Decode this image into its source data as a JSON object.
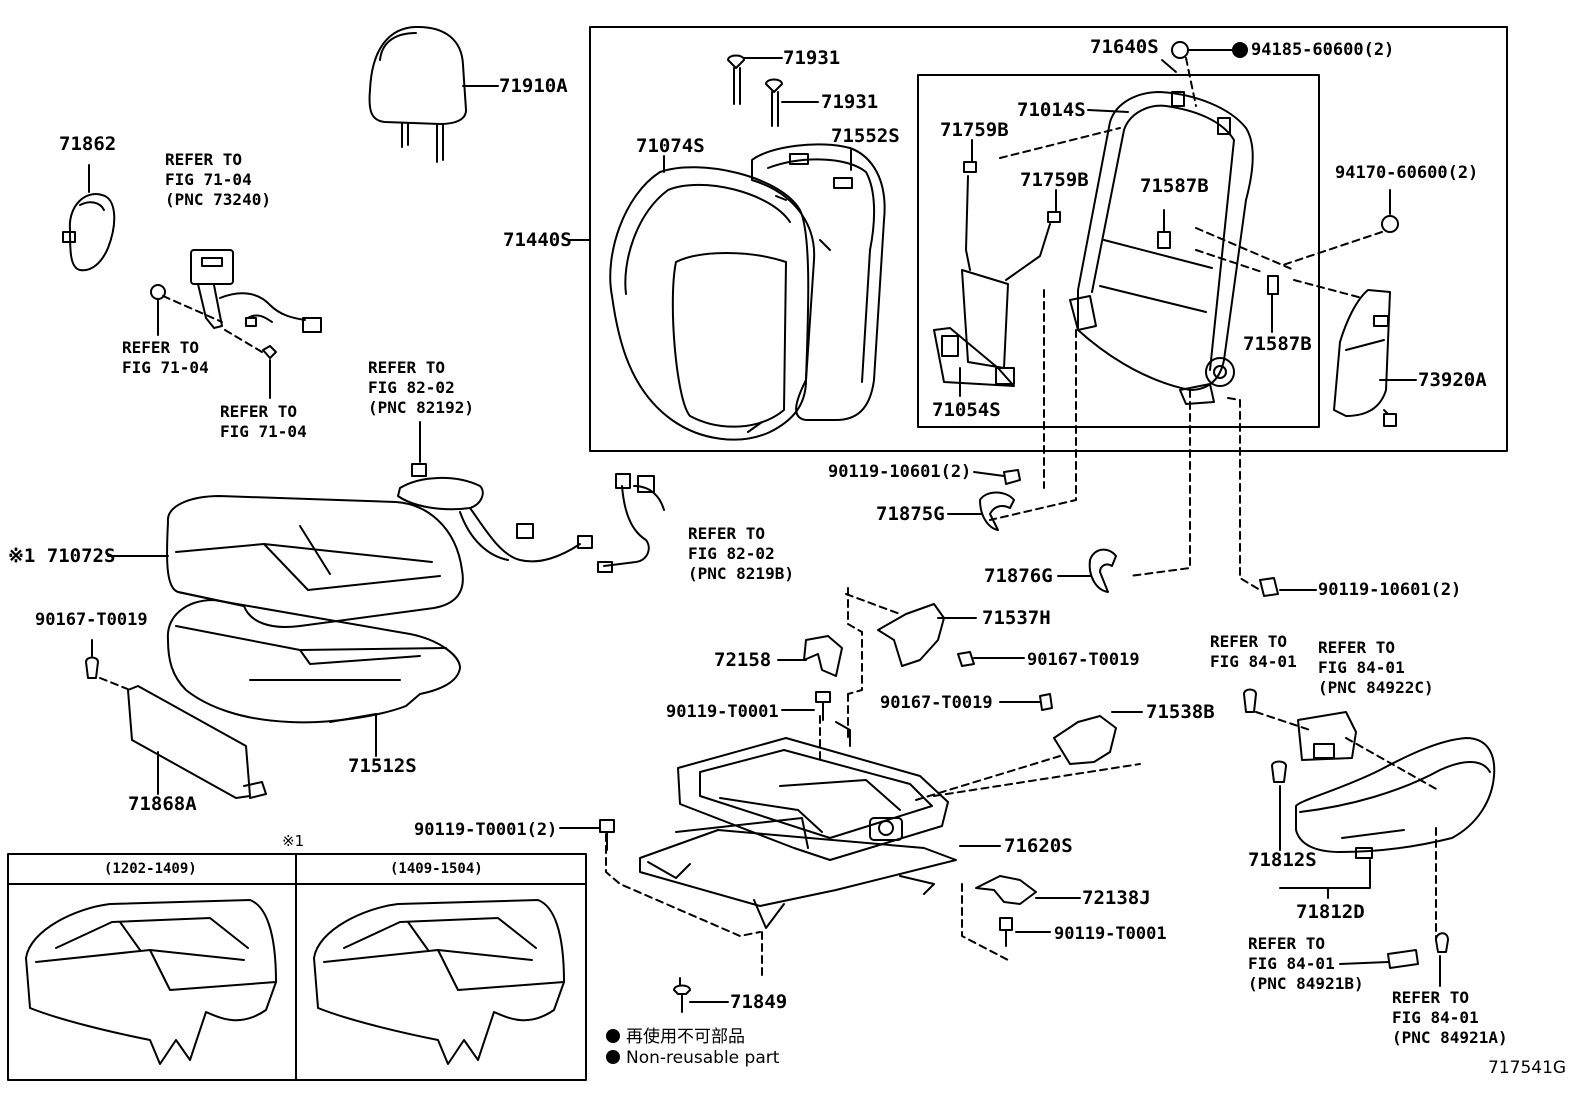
{
  "labels": {
    "p71910A": "71910A",
    "p71862": "71862",
    "ref7104a": "REFER TO\nFIG 71-04\n(PNC 73240)",
    "ref7104b": "REFER TO\nFIG 71-04",
    "ref7104c": "REFER TO\nFIG 71-04",
    "p71931a": "71931",
    "p71931b": "71931",
    "p71074S": "71074S",
    "p71552S": "71552S",
    "p71440S": "71440S",
    "p71640S": "71640S",
    "p94185": "94185-60600(2)",
    "p71014S": "71014S",
    "p71759Ba": "71759B",
    "p71759Bb": "71759B",
    "p71587Ba": "71587B",
    "p71587Bb": "71587B",
    "p94170": "94170-60600(2)",
    "p73920A": "73920A",
    "p71054S": "71054S",
    "ref8202a": "REFER TO\nFIG 82-02\n(PNC 82192)",
    "p90119_10601a": "90119-10601(2)",
    "p71875G": "71875G",
    "p71072S": "※1 71072S",
    "ref8202b": "REFER TO\nFIG 82-02\n(PNC 8219B)",
    "p71876G": "71876G",
    "p90119_10601b": "90119-10601(2)",
    "p90167a": "90167-T0019",
    "p71537H": "71537H",
    "p72158": "72158",
    "p90167b": "90167-T0019",
    "ref8401a": "REFER TO\nFIG 84-01",
    "ref8401b": "REFER TO\nFIG 84-01\n(PNC 84922C)",
    "p90119_T0001a": "90119-T0001",
    "p90167c": "90167-T0019",
    "p71538B": "71538B",
    "p71512S": "71512S",
    "p71868A": "71868A",
    "p90119_T0001_2": "90119-T0001(2)",
    "p71620S": "71620S",
    "p71812S": "71812S",
    "p72138J": "72138J",
    "p71812D": "71812D",
    "p90119_T0001b": "90119-T0001",
    "ref8401c": "REFER TO\nFIG 84-01\n(PNC 84921B)",
    "p71849": "71849",
    "ref8401d": "REFER TO\nFIG 84-01\n(PNC 84921A)"
  },
  "note_marker": "※1",
  "variants": [
    {
      "range": "(1202-1409)"
    },
    {
      "range": "(1409-1504)"
    }
  ],
  "legend": {
    "line1": "再使用不可部品",
    "line2": "Non-reusable part"
  },
  "figure_id": "717541G",
  "colors": {
    "ink": "#000000",
    "background": "#ffffff"
  }
}
